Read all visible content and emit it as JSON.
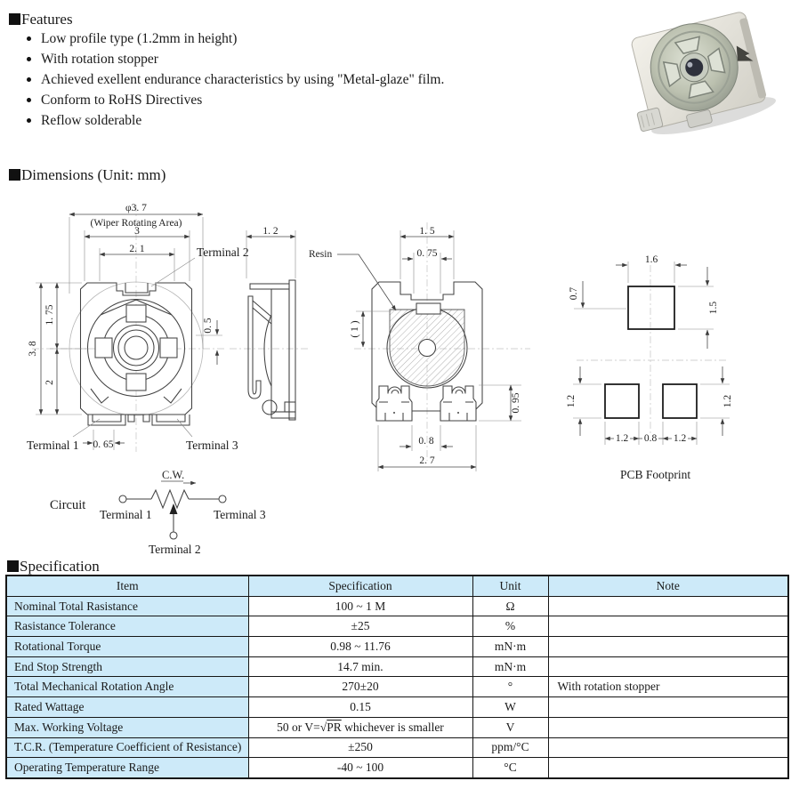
{
  "features": {
    "title": "Features",
    "items": [
      "Low profile type (1.2mm in height)",
      "With rotation stopper",
      "Achieved exellent endurance characteristics by using \"Metal-glaze\" film.",
      "Conform to RoHS Directives",
      "Reflow solderable"
    ]
  },
  "dimensions": {
    "title": "Dimensions (Unit: mm)",
    "top_view": {
      "wiper_dia": "φ3. 7",
      "wiper_note": "(Wiper Rotating Area)",
      "width": "3",
      "inner_width": "2. 1",
      "terminal2": "Terminal 2",
      "height": "3. 8",
      "upper": "1. 75",
      "lower": "2",
      "offset": "0. 5",
      "terminal1": "Terminal 1",
      "foot": "0. 65",
      "terminal3": "Terminal 3"
    },
    "side_view": {
      "width": "1. 2"
    },
    "bottom_view": {
      "resin": "Resin",
      "slot": "1. 5",
      "slot_inner": "0. 75",
      "depth": "( 1 )",
      "foot_height": "0. 95",
      "gap": "0. 8",
      "width": "2. 7"
    },
    "footprint": {
      "caption": "PCB Footprint",
      "top_w": "1.6",
      "top_offset": "0.7",
      "top_h": "1.5",
      "left_h": "1.2",
      "right_h": "1.2",
      "w1": "1.2",
      "gap": "0.8",
      "w2": "1.2"
    }
  },
  "circuit": {
    "label": "Circuit",
    "cw": "C.W.",
    "t1": "Terminal 1",
    "t2": "Terminal 2",
    "t3": "Terminal 3"
  },
  "specification": {
    "title": "Specification",
    "headers": [
      "Item",
      "Specification",
      "Unit",
      "Note"
    ],
    "colors": {
      "header_bg": "#cdeaf9",
      "item_bg": "#cdeaf9",
      "border": "#161616"
    },
    "rows": [
      {
        "item": "Nominal Total Rasistance",
        "spec": "100 ~ 1 M",
        "unit": "Ω",
        "note": ""
      },
      {
        "item": "Rasistance Tolerance",
        "spec": "±25",
        "unit": "%",
        "note": ""
      },
      {
        "item": "Rotational Torque",
        "spec": "0.98 ~ 11.76",
        "unit": "mN·m",
        "note": ""
      },
      {
        "item": "End Stop Strength",
        "spec": "14.7 min.",
        "unit": "mN·m",
        "note": ""
      },
      {
        "item": "Total Mechanical Rotation Angle",
        "spec": "270±20",
        "unit": "°",
        "note": "With rotation stopper"
      },
      {
        "item": "Rated Wattage",
        "spec": "0.15",
        "unit": "W",
        "note": ""
      },
      {
        "item": "Max. Working Voltage",
        "spec_parts": [
          "50 or V=√",
          "PR",
          " whichever is smaller"
        ],
        "unit": "V",
        "note": ""
      },
      {
        "item": "T.C.R. (Temperature Coefficient of Resistance)",
        "spec": "±250",
        "unit": "ppm/°C",
        "note": ""
      },
      {
        "item": "Operating Temperature Range",
        "spec": "-40 ~ 100",
        "unit": "°C",
        "note": ""
      }
    ]
  }
}
